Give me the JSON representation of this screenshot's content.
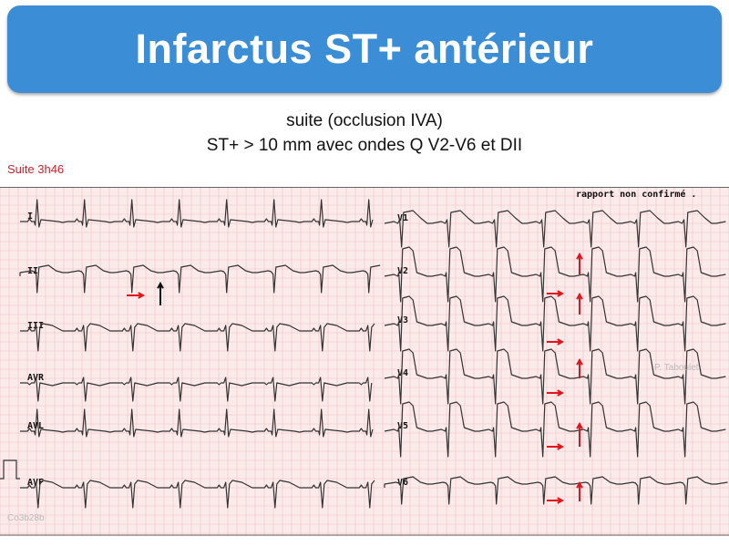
{
  "title": "Infarctus ST+ antérieur",
  "subtitle": [
    "suite (occlusion IVA)",
    "ST+ > 10 mm avec ondes Q V2-V6 et DII"
  ],
  "timestamp_label": "Suite 3h46",
  "ecg": {
    "report_note": "rapport non confirmé .",
    "author_watermark": "P. Taboulet",
    "code_watermark": "Co3b28b",
    "left_leads": [
      "I",
      "II",
      "III",
      "AVR",
      "AVL",
      "AVF"
    ],
    "right_leads": [
      "V1",
      "V2",
      "V3",
      "V4",
      "V5",
      "V6"
    ],
    "colors": {
      "grid_bg": "#fbeaea",
      "grid_line": "#efc2c2",
      "trace": "#333333",
      "arrow": "#e0141c",
      "title_bg": "#3b8ed6"
    }
  }
}
